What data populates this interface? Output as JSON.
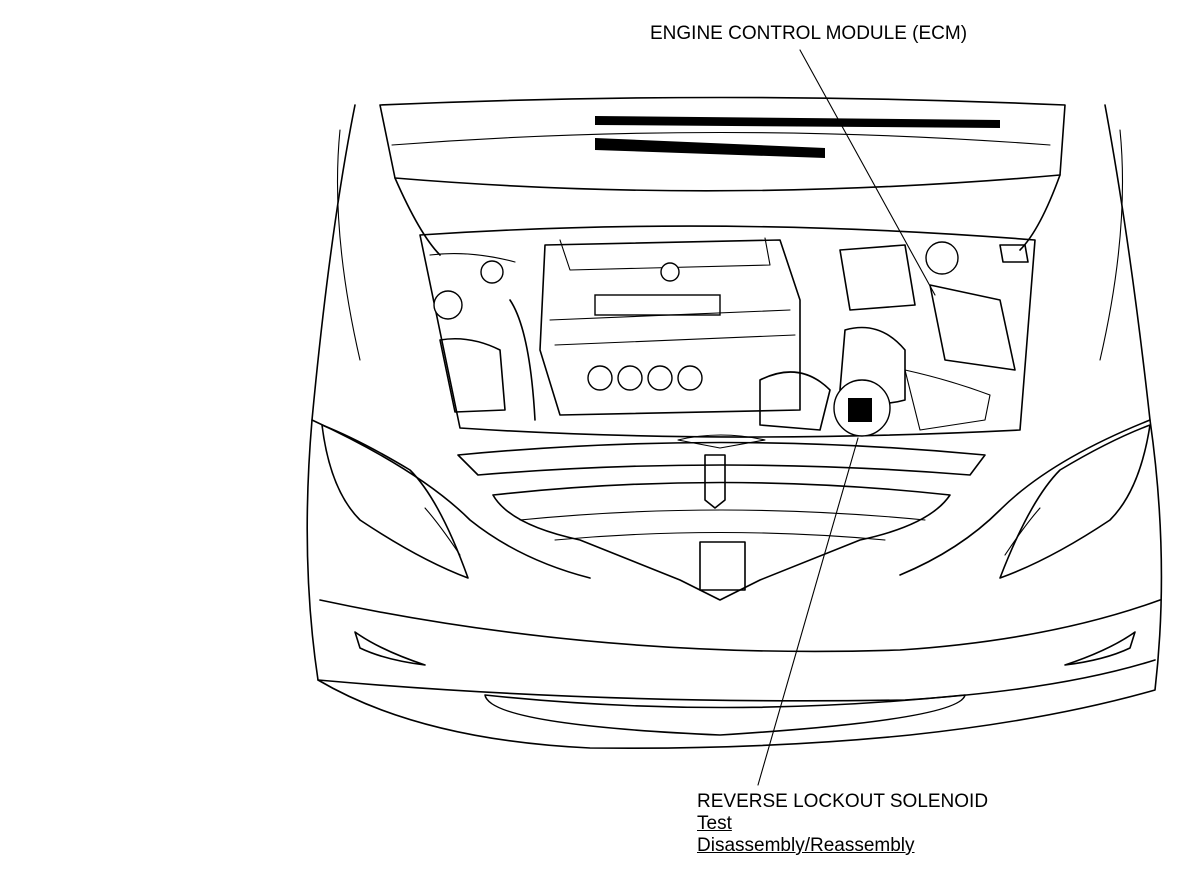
{
  "labels": {
    "ecm": "ENGINE CONTROL MODULE (ECM)",
    "reverse_lockout_solenoid": "REVERSE LOCKOUT SOLENOID"
  },
  "links": {
    "test": "Test",
    "disassembly_reassembly": "Disassembly/Reassembly"
  }
}
